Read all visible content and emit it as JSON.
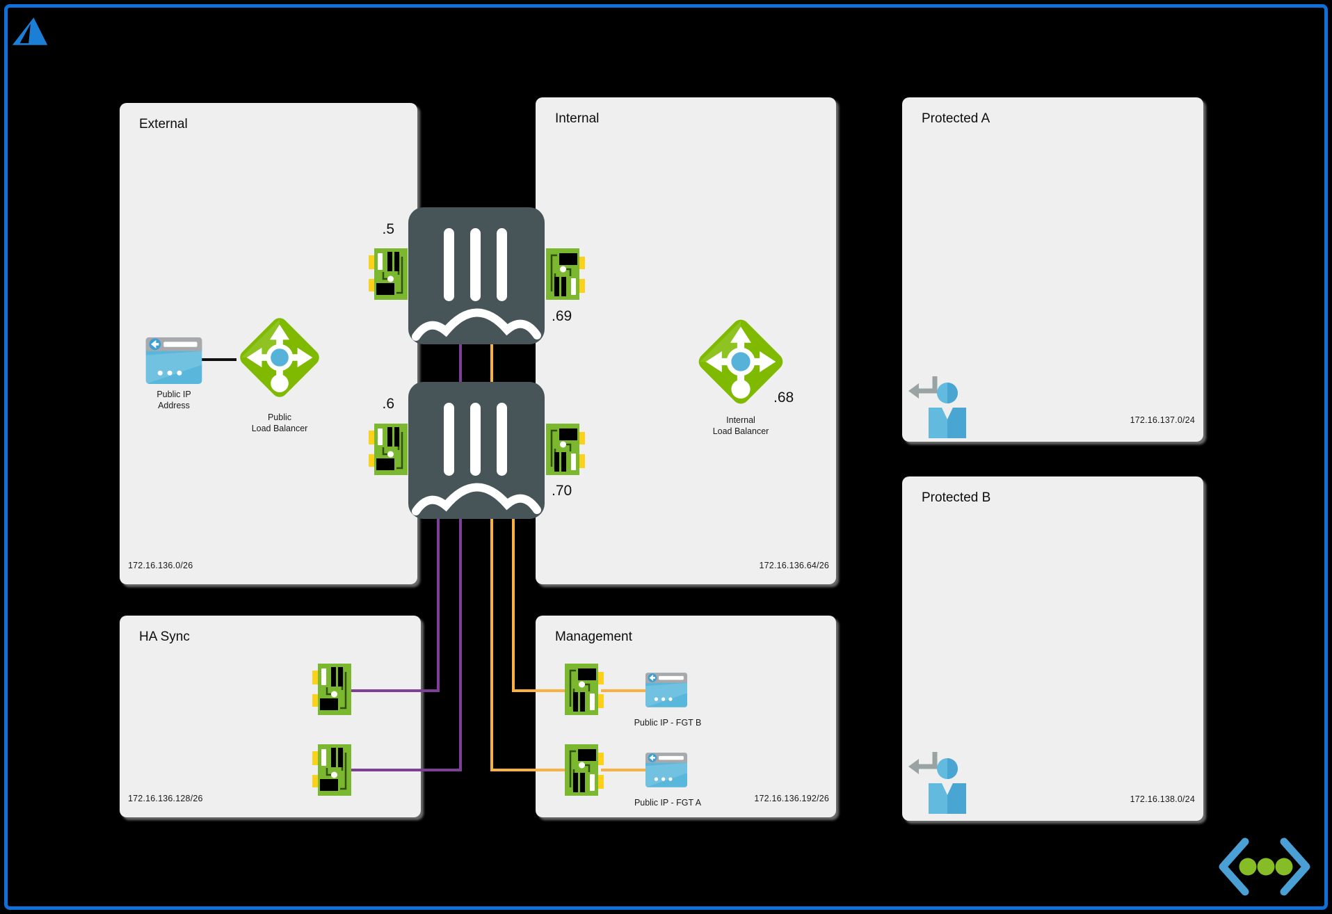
{
  "frame": {
    "border_color": "#0e70d8",
    "background": "#000000"
  },
  "boxes": {
    "external": {
      "title": "External",
      "subnet": "172.16.136.0/26"
    },
    "internal": {
      "title": "Internal",
      "subnet": "172.16.136.64/26"
    },
    "protected_a": {
      "title": "Protected A",
      "subnet": "172.16.137.0/24"
    },
    "protected_b": {
      "title": "Protected B",
      "subnet": "172.16.138.0/24"
    },
    "ha_sync": {
      "title": "HA Sync",
      "subnet": "172.16.136.128/26"
    },
    "management": {
      "title": "Management",
      "subnet": "172.16.136.192/26"
    }
  },
  "firewalls": {
    "fgt_top": {
      "external_ip": ".5",
      "internal_ip": ".69"
    },
    "fgt_bottom": {
      "external_ip": ".6",
      "internal_ip": ".70"
    }
  },
  "icons": {
    "public_ip": {
      "caption_line1": "Public IP",
      "caption_line2": "Address"
    },
    "public_lb": {
      "caption_line1": "Public",
      "caption_line2": "Load Balancer"
    },
    "internal_lb": {
      "caption_line1": "Internal",
      "caption_line2": "Load Balancer",
      "ip": ".68"
    },
    "public_ip_fgt_b": {
      "caption": "Public IP - FGT B"
    },
    "public_ip_fgt_a": {
      "caption": "Public IP - FGT A"
    }
  },
  "colors": {
    "box_fill": "#efefef",
    "purple": "#7e3f98",
    "orange": "#fbb042",
    "nic_green": "#7cb82f",
    "nic_yellow": "#fcd11c",
    "lb_green": "#7fba00",
    "firewall_slate": "#475559",
    "azure_blue": "#1b7fd6",
    "public_ip_blue": "#5ab7dc",
    "logo_blue": "#4aa0d5",
    "logo_green": "#86bc25"
  }
}
